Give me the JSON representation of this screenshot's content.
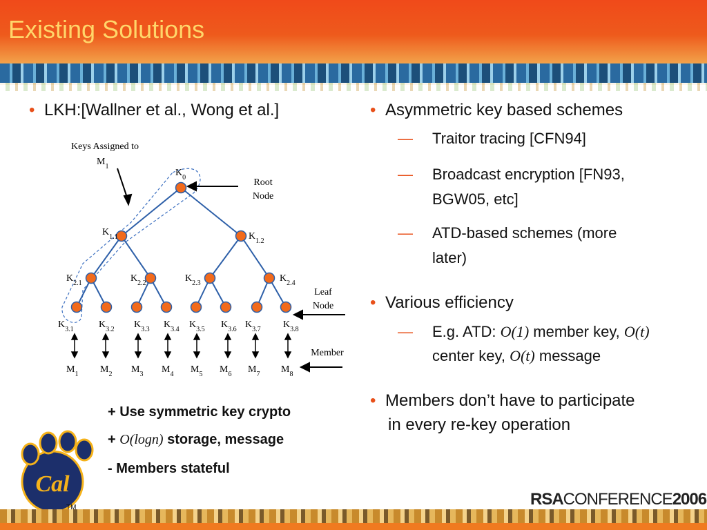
{
  "slide": {
    "title": "Existing Solutions",
    "left_bullet": "LKH:[Wallner et al., Wong et al.]",
    "right_bullets": [
      {
        "text": "Asymmetric key based schemes",
        "subs": [
          "Traitor tracing [CFN94]",
          "Broadcast encryption [FN93,",
          "BGW05, etc]",
          "ATD-based schemes (more",
          "later)"
        ]
      },
      {
        "text": "Various efficiency",
        "example_prefix": "E.g. ATD: ",
        "o1": "O(1)",
        "member_key": " member key, ",
        "ot": "O(t)",
        "center_key": "center key, ",
        "ot2": "O(t)",
        "message": " message"
      },
      {
        "text": "Members don’t have to participate",
        "text2": "in every re-key operation"
      }
    ],
    "bottom_points": {
      "line1": "+ Use symmetric key crypto",
      "line2_prefix": "+ ",
      "line2_ital": "O(logn)",
      "line2_suffix": " storage, message",
      "line3": "- Members stateful"
    },
    "diagram": {
      "keys_assigned": "Keys Assigned to",
      "keys_assigned_m": "M",
      "keys_assigned_sub": "1",
      "root_label": [
        "Root",
        "Node"
      ],
      "leaf_label": [
        "Leaf",
        "Node"
      ],
      "member_label": "Member",
      "k0": "K",
      "k0_sub": "0",
      "level1": [
        {
          "k": "K",
          "s": "1.1"
        },
        {
          "k": "K",
          "s": "1.2"
        }
      ],
      "level2": [
        {
          "k": "K",
          "s": "2.1"
        },
        {
          "k": "K",
          "s": "2.2"
        },
        {
          "k": "K",
          "s": "2.3"
        },
        {
          "k": "K",
          "s": "2.4"
        }
      ],
      "level3": [
        {
          "k": "K",
          "s": "3.1"
        },
        {
          "k": "K",
          "s": "3.2"
        },
        {
          "k": "K",
          "s": "3.3"
        },
        {
          "k": "K",
          "s": "3.4"
        },
        {
          "k": "K",
          "s": "3.5"
        },
        {
          "k": "K",
          "s": "3.6"
        },
        {
          "k": "K",
          "s": "3.7"
        },
        {
          "k": "K",
          "s": "3.8"
        }
      ],
      "members": [
        {
          "m": "M",
          "s": "1"
        },
        {
          "m": "M",
          "s": "2"
        },
        {
          "m": "M",
          "s": "3"
        },
        {
          "m": "M",
          "s": "4"
        },
        {
          "m": "M",
          "s": "5"
        },
        {
          "m": "M",
          "s": "6"
        },
        {
          "m": "M",
          "s": "7"
        },
        {
          "m": "M",
          "s": "8"
        }
      ]
    },
    "logo_text": "Cal",
    "tm": "TM",
    "footer_rsa": "RSA",
    "footer_conf": "CONFERENCE",
    "footer_year": "2006"
  },
  "colors": {
    "accent": "#e8501a",
    "node_fill": "#f26a1b",
    "title_text": "#ffd66a",
    "logo_navy": "#1c2f6b",
    "logo_gold": "#f5b21a"
  }
}
